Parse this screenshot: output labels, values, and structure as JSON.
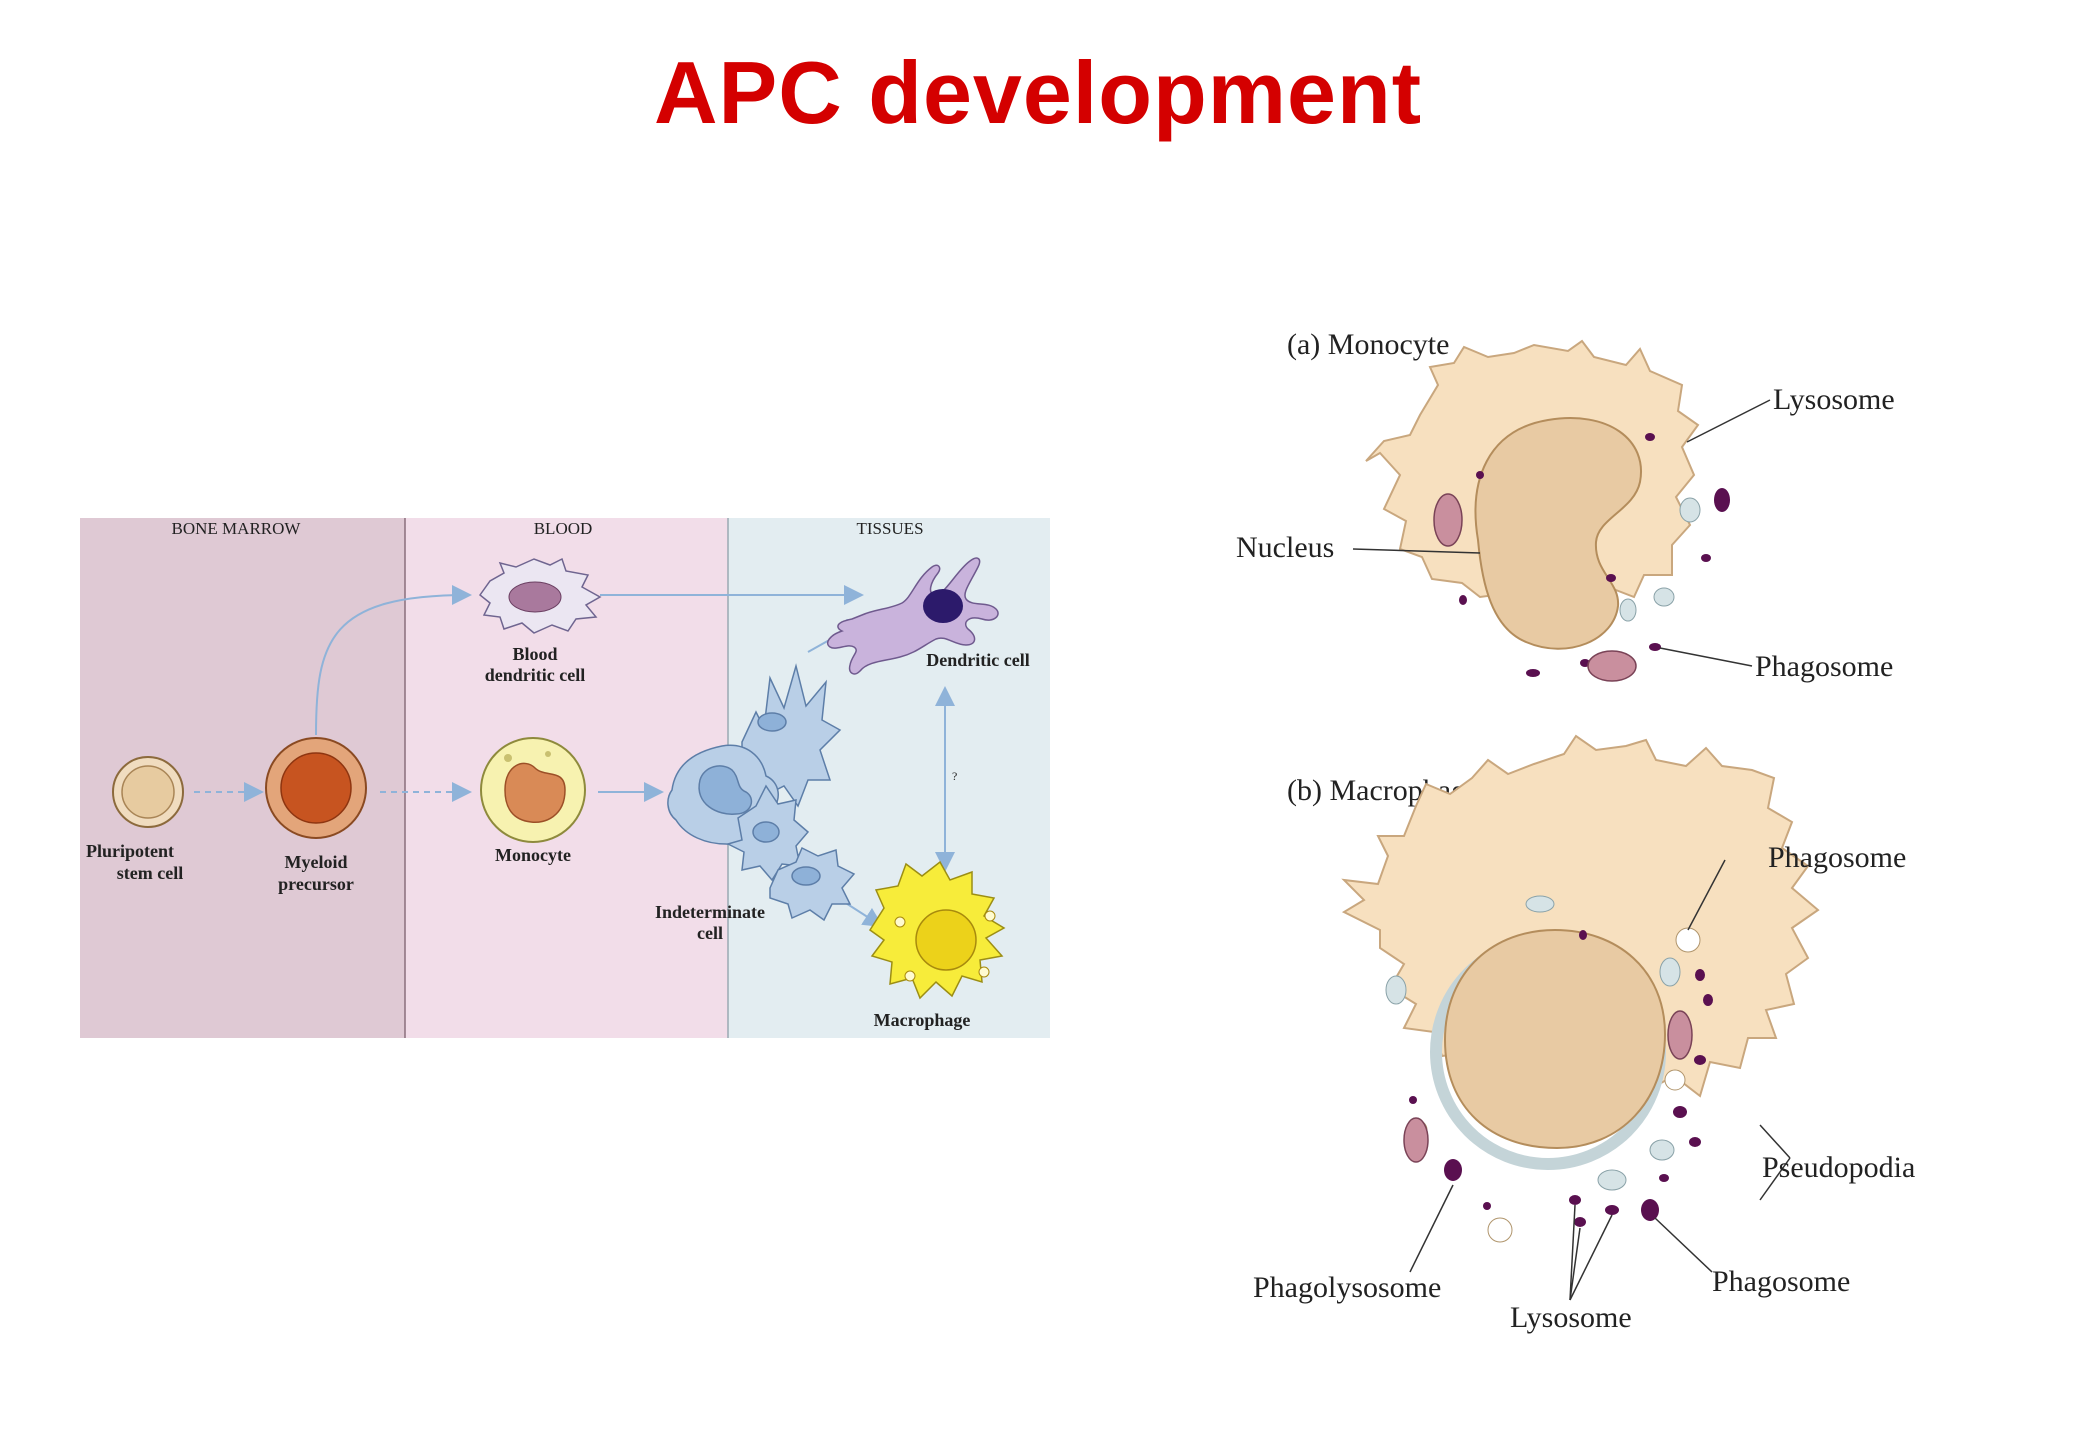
{
  "title": "APC development",
  "left_diagram": {
    "zones": [
      "BONE MARROW",
      "BLOOD",
      "TISSUES"
    ],
    "cells": {
      "stem_line1": "Pluripotent",
      "stem_line2": "stem cell",
      "myeloid_line1": "Myeloid",
      "myeloid_line2": "precursor",
      "blood_dc_line1": "Blood",
      "blood_dc_line2": "dendritic cell",
      "monocyte": "Monocyte",
      "indeterminate_line1": "Indeterminate",
      "indeterminate_line2": "cell",
      "dendritic": "Dendritic cell",
      "macrophage": "Macrophage",
      "question": "?"
    },
    "colors": {
      "bone_marrow_bg": "#dfc9d4",
      "blood_bg": "#f2dde9",
      "tissues_bg": "#e3edf1",
      "arrow": "#8fb3d9"
    }
  },
  "right_diagram": {
    "monocyte": {
      "title": "(a) Monocyte",
      "labels": [
        "Lysosome",
        "Nucleus",
        "Phagosome"
      ]
    },
    "macrophage": {
      "title": "(b) Macrophage",
      "labels": [
        "Phagosome",
        "Pseudopodia",
        "Phagolysosome",
        "Lysosome",
        "Phagosome"
      ]
    },
    "colors": {
      "cytoplasm": "#f7e0bf",
      "nucleus": "#e8caa3",
      "granule": "#5a1050"
    }
  }
}
